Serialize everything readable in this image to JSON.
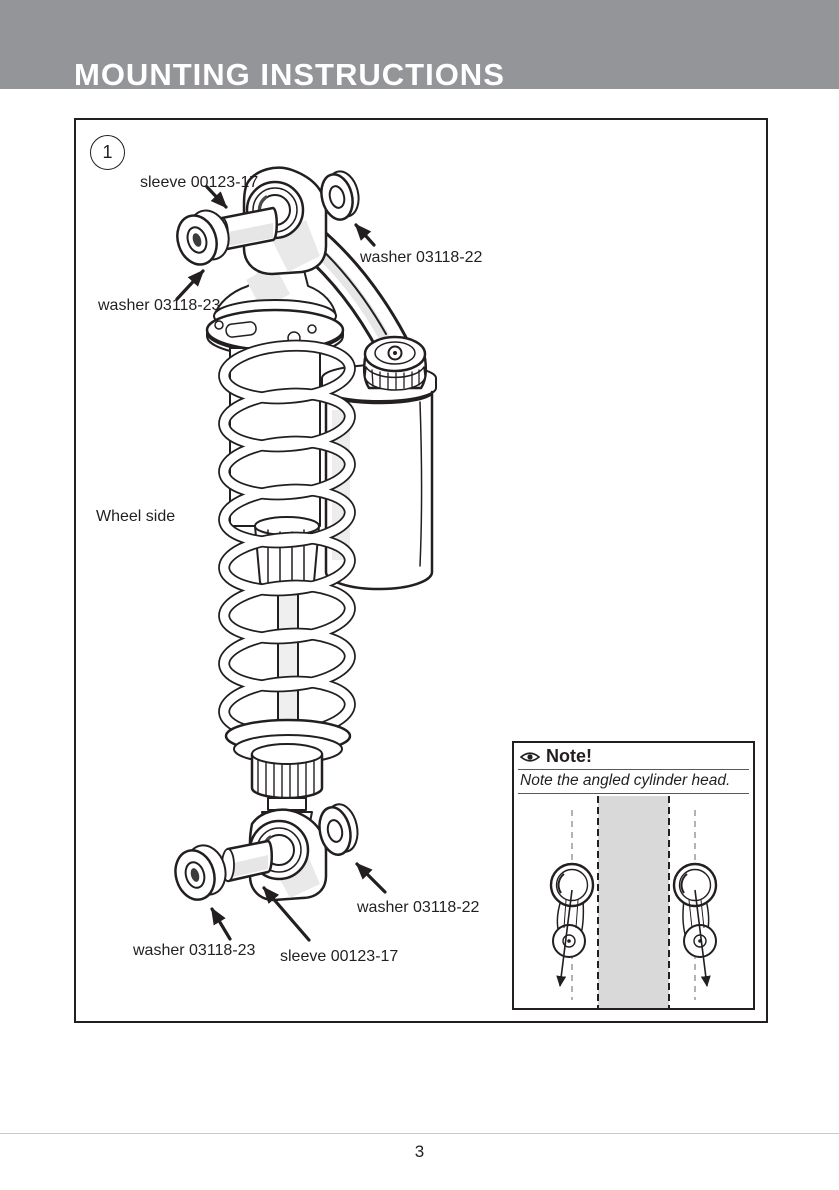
{
  "page": {
    "header": {
      "title": "MOUNTING INSTRUCTIONS"
    },
    "figure": {
      "step_number": "1",
      "labels": {
        "top_sleeve": "sleeve 00123-17",
        "top_washer_right": "washer 03118-22",
        "top_washer_left": "washer 03118-23",
        "wheel_side": "Wheel side",
        "bottom_washer_left": "washer 03118-23",
        "bottom_sleeve": "sleeve 00123-17",
        "bottom_washer_right": "washer 03118-22"
      },
      "note": {
        "title": "Note!",
        "body": "Note the angled cylinder head."
      }
    },
    "footer": {
      "page_number": "3"
    },
    "colors": {
      "header_bar": "#939598",
      "line_art": "#231f20",
      "shade_light": "#e8e8e8",
      "note_band": "#d9d9d9"
    }
  }
}
